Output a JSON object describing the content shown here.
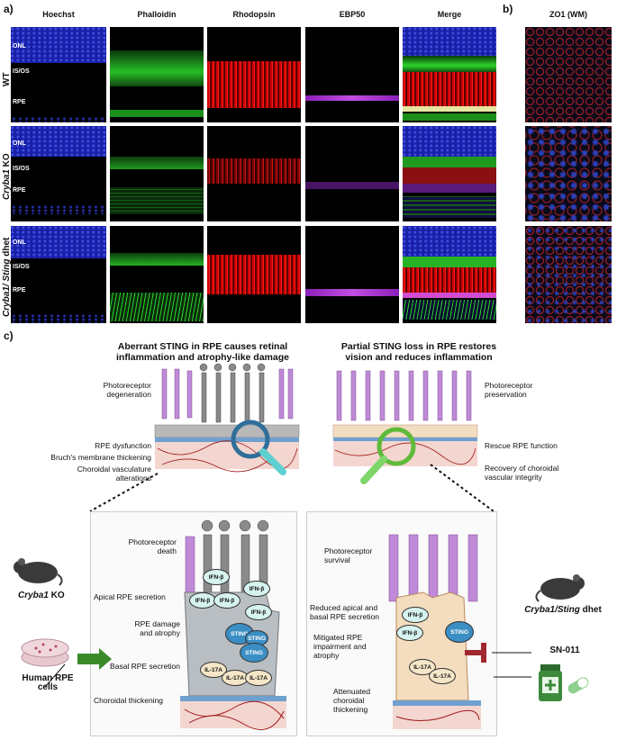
{
  "panel_labels": {
    "a": "a)",
    "b": "b)",
    "c": "c)"
  },
  "column_headers": [
    "Hoechst",
    "Phalloidin",
    "Rhodopsin",
    "EBP50",
    "Merge"
  ],
  "zo1_header": "ZO1 (WM)",
  "row_labels": {
    "wt": "WT",
    "ko_gene": "Cryba1",
    "ko_suffix": " KO",
    "dhet_gene": "Cryba1/ Sting",
    "dhet_suffix": " dhet"
  },
  "layer_labels": {
    "onl": "ONL",
    "isos": "IS/OS",
    "rpe": "RPE"
  },
  "left_schematic": {
    "title_line1": "Aberrant STING in RPE causes retinal",
    "title_line2": "inflammation and atrophy-like damage",
    "labels": {
      "pr_degeneration_1": "Photoreceptor",
      "pr_degeneration_2": "degeneration",
      "rpe_dysfunction": "RPE dysfunction",
      "bruch": "Bruch's membrane thickening",
      "choroid_1": "Choroidal vasculature",
      "choroid_2": "alterations"
    }
  },
  "right_schematic": {
    "title_line1": "Partial STING loss in RPE restores",
    "title_line2": "vision and reduces inflammation",
    "labels": {
      "pr_pres_1": "Photoreceptor",
      "pr_pres_2": "preservation",
      "rescue": "Rescue RPE function",
      "recovery_1": "Recovery of choroidal",
      "recovery_2": "vascular integrity"
    }
  },
  "left_detail": {
    "labels": {
      "pr_death_1": "Photoreceptor",
      "pr_death_2": "death",
      "apical": "Apical RPE secretion",
      "damage_1": "RPE damage",
      "damage_2": "and atrophy",
      "basal": "Basal RPE secretion",
      "choroidal": "Choroidal thickening"
    },
    "bubbles": {
      "ifn": "IFN-β",
      "sting": "STING",
      "il17": "IL-17A"
    }
  },
  "right_detail": {
    "labels": {
      "pr_surv_1": "Photoreceptor",
      "pr_surv_2": "survival",
      "reduced_1": "Reduced apical and",
      "reduced_2": "basal RPE secretion",
      "mitigated_1": "Mitigated RPE",
      "mitigated_2": "impairment and",
      "mitigated_3": "atrophy",
      "atten_1": "Attenuated",
      "atten_2": "choroidal",
      "atten_3": "thickening"
    }
  },
  "left_inputs": {
    "mouse": "Cryba1",
    "mouse_suffix": " KO",
    "cells_1": "Human RPE",
    "cells_2": "cells"
  },
  "right_inputs": {
    "mouse": "Cryba1/Sting",
    "mouse_suffix": " dhet",
    "drug": "SN-011"
  }
}
